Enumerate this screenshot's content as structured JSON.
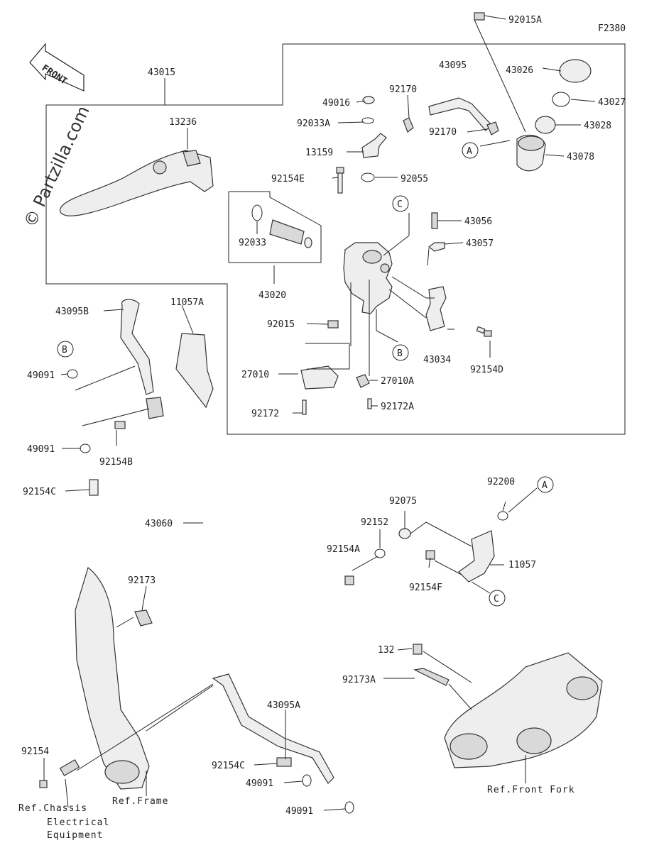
{
  "figure_code": "F2380",
  "watermark": "© Partzilla.com",
  "front_marker": "FRONT",
  "labels": [
    "92015A",
    "43095",
    "43026",
    "43027",
    "43028",
    "43078",
    "43015",
    "49016",
    "92170",
    "92033A",
    "92170",
    "13236",
    "13159",
    "92154E",
    "92055",
    "43056",
    "43057",
    "92033",
    "43020",
    "92015",
    "43034",
    "92154D",
    "43095B",
    "11057A",
    "49091",
    "27010",
    "27010A",
    "92172",
    "92172A",
    "49091",
    "92154B",
    "92154C",
    "43060",
    "92200",
    "92075",
    "92152",
    "92154A",
    "11057",
    "92154F",
    "92173",
    "132",
    "92173A",
    "43095A",
    "92154C",
    "49091",
    "92154",
    "49091"
  ],
  "callouts": [
    "A",
    "C",
    "B",
    "A",
    "B",
    "C"
  ],
  "refs": {
    "chassis": [
      "Ref.Chassis",
      "Electrical",
      "Equipment"
    ],
    "frame": "Ref.Frame",
    "front_fork": "Ref.Front Fork"
  }
}
